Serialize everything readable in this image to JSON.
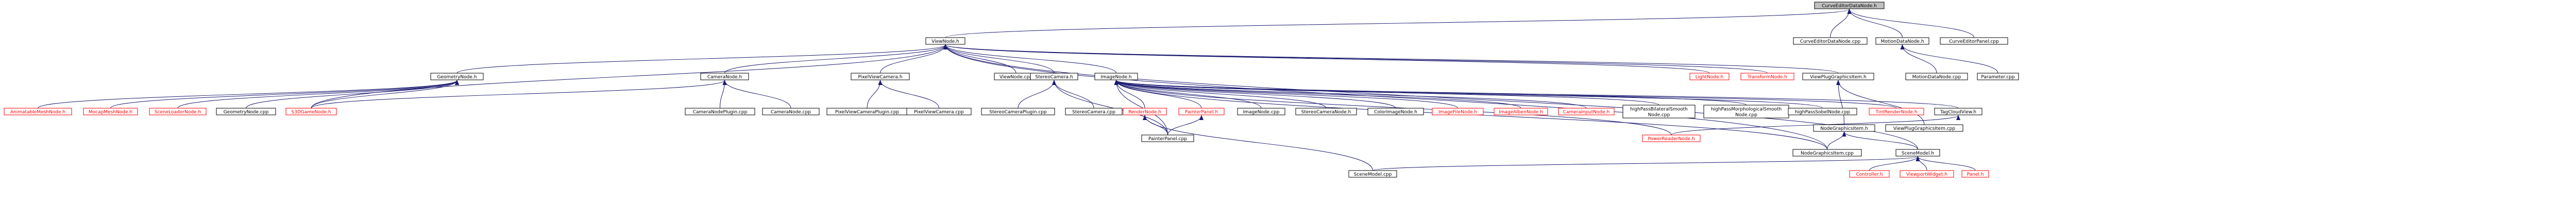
{
  "graph": {
    "colors": {
      "box_border": "#000000",
      "black_label": "#000000",
      "red_label": "#ff0000",
      "root_fill": "#bfbfbf",
      "edge": "#191970",
      "background": "#ffffff"
    },
    "nodes": [
      {
        "id": "root",
        "label": "CurveEditorDataNode.h",
        "label_style": "black",
        "root": true
      },
      {
        "id": "ViewNode_h",
        "label": "ViewNode.h",
        "label_style": "black"
      },
      {
        "id": "CurveEditorDataNode_cpp",
        "label": "CurveEditorDataNode.cpp",
        "label_style": "black"
      },
      {
        "id": "MotionDataNode_h",
        "label": "MotionDataNode.h",
        "label_style": "black"
      },
      {
        "id": "CurveEditorPanel_cpp",
        "label": "CurveEditorPanel.cpp",
        "label_style": "black"
      },
      {
        "id": "GeometryNode_h",
        "label": "GeometryNode.h",
        "label_style": "black"
      },
      {
        "id": "CameraNode_h",
        "label": "CameraNode.h",
        "label_style": "black"
      },
      {
        "id": "PixelViewCamera_h",
        "label": "PixelViewCamera.h",
        "label_style": "black"
      },
      {
        "id": "ViewNode_cpp",
        "label": "ViewNode.cpp",
        "label_style": "black"
      },
      {
        "id": "StereoCamera_h",
        "label": "StereoCamera.h",
        "label_style": "black"
      },
      {
        "id": "ImageNode_h",
        "label": "ImageNode.h",
        "label_style": "black"
      },
      {
        "id": "LightNode_h",
        "label": "LightNode.h",
        "label_style": "red"
      },
      {
        "id": "TransformNode_h",
        "label": "TransformNode.h",
        "label_style": "red"
      },
      {
        "id": "ViewPlugGraphicsItem_h",
        "label": "ViewPlugGraphicsItem.h",
        "label_style": "black"
      },
      {
        "id": "MotionDataNode_cpp",
        "label": "MotionDataNode.cpp",
        "label_style": "black"
      },
      {
        "id": "Parameter_cpp",
        "label": "Parameter.cpp",
        "label_style": "black"
      },
      {
        "id": "AnimatableMeshNode_h",
        "label": "AnimatableMeshNode.h",
        "label_style": "red"
      },
      {
        "id": "MocapMeshNode_h",
        "label": "MocapMeshNode.h",
        "label_style": "red"
      },
      {
        "id": "SceneLoaderNode_h",
        "label": "SceneLoaderNode.h",
        "label_style": "red"
      },
      {
        "id": "GeometryNode_cpp",
        "label": "GeometryNode.cpp",
        "label_style": "black"
      },
      {
        "id": "S3DGameNode_h",
        "label": "S3DGameNode.h",
        "label_style": "red"
      },
      {
        "id": "CameraNodePlugin_cpp",
        "label": "CameraNodePlugin.cpp",
        "label_style": "black"
      },
      {
        "id": "CameraNode_cpp",
        "label": "CameraNode.cpp",
        "label_style": "black"
      },
      {
        "id": "PixelViewCameraPlugin_cpp",
        "label": "PixelViewCameraPlugin.cpp",
        "label_style": "black"
      },
      {
        "id": "PixelViewCamera_cpp",
        "label": "PixelViewCamera.cpp",
        "label_style": "black"
      },
      {
        "id": "StereoCameraPlugin_cpp",
        "label": "StereoCameraPlugin.cpp",
        "label_style": "black"
      },
      {
        "id": "StereoCamera_cpp",
        "label": "StereoCamera.cpp",
        "label_style": "black"
      },
      {
        "id": "RenderNode_h",
        "label": "RenderNode.h",
        "label_style": "red"
      },
      {
        "id": "PainterPanel_h",
        "label": "PainterPanel.h",
        "label_style": "red"
      },
      {
        "id": "ImageNode_cpp",
        "label": "ImageNode.cpp",
        "label_style": "black"
      },
      {
        "id": "StereoCameraNode_h",
        "label": "StereoCameraNode.h",
        "label_style": "black"
      },
      {
        "id": "ColorImageNode_h",
        "label": "ColorImageNode.h",
        "label_style": "black"
      },
      {
        "id": "ImageFileNode_h",
        "label": "ImageFileNode.h",
        "label_style": "red"
      },
      {
        "id": "ImageAlbenNode_h",
        "label": "ImageAlbenNode.h",
        "label_style": "red"
      },
      {
        "id": "CameraInputNode_h",
        "label": "CameraInputNode.h",
        "label_style": "red"
      },
      {
        "id": "HighPassBilateralSmoothNode_cpp",
        "label": [
          "highPassBilateralSmooth",
          "Node.cpp"
        ],
        "label_style": "black"
      },
      {
        "id": "HighPassMorphologicalSmoothNode_cpp",
        "label": [
          "highPassMorphologicalSmooth",
          "Node.cpp"
        ],
        "label_style": "black"
      },
      {
        "id": "HighPassSobelNode_cpp",
        "label": "highPassSobelNode.cpp",
        "label_style": "black"
      },
      {
        "id": "TintRenderNode_h",
        "label": "TintRenderNode.h",
        "label_style": "red"
      },
      {
        "id": "TagCloudView_h",
        "label": "TagCloudView.h",
        "label_style": "black"
      },
      {
        "id": "NodeGraphicsItem_h",
        "label": "NodeGraphicsItem.h",
        "label_style": "black"
      },
      {
        "id": "ViewPlugGraphicsItem_cpp",
        "label": "ViewPlugGraphicsItem.cpp",
        "label_style": "black"
      },
      {
        "id": "PainterPanel_cpp",
        "label": "PainterPanel.cpp",
        "label_style": "black"
      },
      {
        "id": "PowerReaderNode_h",
        "label": "PowerReaderNode.h",
        "label_style": "red"
      },
      {
        "id": "NodeGraphicsItem_cpp",
        "label": "NodeGraphicsItem.cpp",
        "label_style": "black"
      },
      {
        "id": "SceneModel_h",
        "label": "SceneModel.h",
        "label_style": "black"
      },
      {
        "id": "SceneModel_cpp",
        "label": "SceneModel.cpp",
        "label_style": "black"
      },
      {
        "id": "Controller_h",
        "label": "Controller.h",
        "label_style": "red"
      },
      {
        "id": "ViewportWidget_h",
        "label": "ViewportWidget.h",
        "label_style": "red"
      },
      {
        "id": "Panel_h",
        "label": "Panel.h",
        "label_style": "red"
      }
    ],
    "edges": [
      [
        "ViewNode_h",
        "root"
      ],
      [
        "CurveEditorDataNode_cpp",
        "root"
      ],
      [
        "MotionDataNode_h",
        "root"
      ],
      [
        "CurveEditorPanel_cpp",
        "root"
      ],
      [
        "GeometryNode_h",
        "ViewNode_h"
      ],
      [
        "CameraNode_h",
        "ViewNode_h"
      ],
      [
        "PixelViewCamera_h",
        "ViewNode_h"
      ],
      [
        "ViewNode_cpp",
        "ViewNode_h"
      ],
      [
        "StereoCamera_h",
        "ViewNode_h"
      ],
      [
        "ImageNode_h",
        "ViewNode_h"
      ],
      [
        "LightNode_h",
        "ViewNode_h"
      ],
      [
        "TransformNode_h",
        "ViewNode_h"
      ],
      [
        "ViewPlugGraphicsItem_h",
        "ViewNode_h"
      ],
      [
        "S3DGameNode_h",
        "ViewNode_h"
      ],
      [
        "NodeGraphicsItem_cpp",
        "ViewNode_h"
      ],
      [
        "SceneModel_h",
        "ViewNode_h"
      ],
      [
        "MotionDataNode_cpp",
        "MotionDataNode_h"
      ],
      [
        "Parameter_cpp",
        "MotionDataNode_h"
      ],
      [
        "AnimatableMeshNode_h",
        "GeometryNode_h"
      ],
      [
        "MocapMeshNode_h",
        "GeometryNode_h"
      ],
      [
        "SceneLoaderNode_h",
        "GeometryNode_h"
      ],
      [
        "GeometryNode_cpp",
        "GeometryNode_h"
      ],
      [
        "S3DGameNode_h",
        "GeometryNode_h"
      ],
      [
        "CameraNodePlugin_cpp",
        "CameraNode_h"
      ],
      [
        "CameraNode_cpp",
        "CameraNode_h"
      ],
      [
        "S3DGameNode_h",
        "CameraNode_h"
      ],
      [
        "PixelViewCameraPlugin_cpp",
        "PixelViewCamera_h"
      ],
      [
        "PixelViewCamera_cpp",
        "PixelViewCamera_h"
      ],
      [
        "StereoCameraPlugin_cpp",
        "StereoCamera_h"
      ],
      [
        "StereoCamera_cpp",
        "StereoCamera_h"
      ],
      [
        "RenderNode_h",
        "ImageNode_h"
      ],
      [
        "PainterPanel_h",
        "ImageNode_h"
      ],
      [
        "ImageNode_cpp",
        "ImageNode_h"
      ],
      [
        "StereoCameraNode_h",
        "ImageNode_h"
      ],
      [
        "ColorImageNode_h",
        "ImageNode_h"
      ],
      [
        "ImageFileNode_h",
        "ImageNode_h"
      ],
      [
        "ImageAlbenNode_h",
        "ImageNode_h"
      ],
      [
        "CameraInputNode_h",
        "ImageNode_h"
      ],
      [
        "HighPassBilateralSmoothNode_cpp",
        "ImageNode_h"
      ],
      [
        "HighPassMorphologicalSmoothNode_cpp",
        "ImageNode_h"
      ],
      [
        "HighPassSobelNode_cpp",
        "ImageNode_h"
      ],
      [
        "TintRenderNode_h",
        "ImageNode_h"
      ],
      [
        "TagCloudView_h",
        "ImageNode_h"
      ],
      [
        "NodeGraphicsItem_cpp",
        "ImageNode_h"
      ],
      [
        "PainterPanel_cpp",
        "ImageNode_h"
      ],
      [
        "PowerReaderNode_h",
        "ImageNode_h"
      ],
      [
        "PainterPanel_cpp",
        "StereoCamera_h"
      ],
      [
        "NodeGraphicsItem_h",
        "ViewPlugGraphicsItem_h"
      ],
      [
        "ViewPlugGraphicsItem_cpp",
        "ViewPlugGraphicsItem_h"
      ],
      [
        "PainterPanel_cpp",
        "RenderNode_h"
      ],
      [
        "SceneModel_cpp",
        "RenderNode_h"
      ],
      [
        "PainterPanel_cpp",
        "PainterPanel_h"
      ],
      [
        "PowerReaderNode_h",
        "TagCloudView_h"
      ],
      [
        "NodeGraphicsItem_cpp",
        "NodeGraphicsItem_h"
      ],
      [
        "SceneModel_h",
        "NodeGraphicsItem_h"
      ],
      [
        "SceneModel_cpp",
        "SceneModel_h"
      ],
      [
        "Controller_h",
        "SceneModel_h"
      ],
      [
        "ViewportWidget_h",
        "SceneModel_h"
      ],
      [
        "Panel_h",
        "SceneModel_h"
      ]
    ]
  }
}
